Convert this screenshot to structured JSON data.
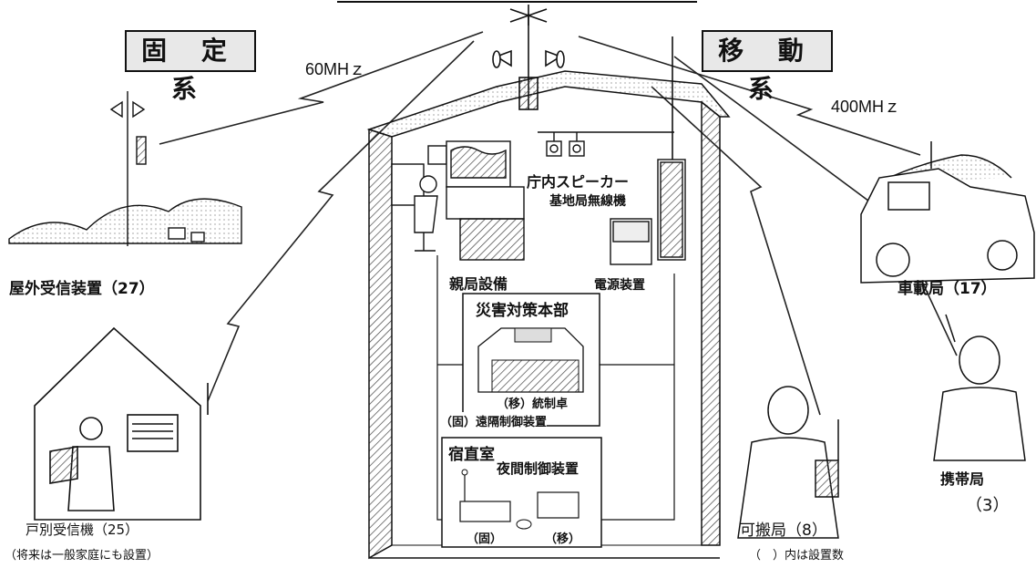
{
  "categories": {
    "fixed": "固 定 系",
    "mobile": "移 動 系"
  },
  "frequencies": {
    "fixed": "60MHｚ",
    "mobile": "400MHｚ"
  },
  "facility": {
    "parent_equipment": "親局設備",
    "speaker": "庁内スピーカー",
    "base_radio": "基地局無線機",
    "power_supply": "電源装置"
  },
  "disaster_hq": {
    "title": "災害対策本部",
    "mobile_console": "（移）統制卓",
    "fixed_remote": "（固）遠隔制御装置"
  },
  "night_room": {
    "title": "宿直室",
    "night_control": "夜間制御装置",
    "fixed": "（固）",
    "mobile": "（移）"
  },
  "stations": {
    "outdoor": "屋外受信装置（27）",
    "household": "戸別受信機（25）",
    "household_note": "（将来は一般家庭にも設置）",
    "vehicle": "車載局（17）",
    "portable": "可搬局（8）",
    "handheld": "携帯局",
    "handheld_count": "（3）"
  },
  "note": "（　）内は設置数",
  "colors": {
    "ink": "#111111",
    "tag_fill": "#e8e8e8",
    "hatch": "#444444"
  }
}
